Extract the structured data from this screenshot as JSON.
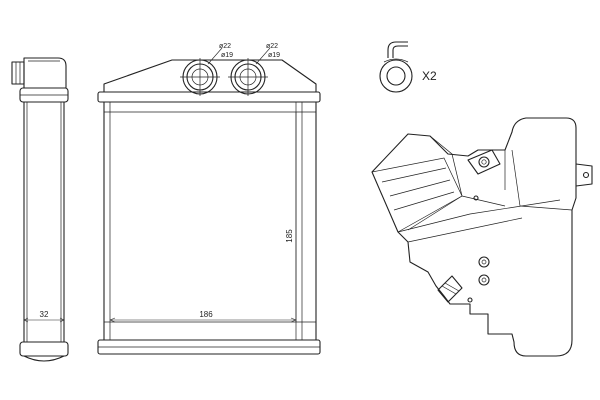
{
  "side_view": {
    "width_label": "32"
  },
  "front_view": {
    "width_label": "186",
    "height_label": "185",
    "pipes": [
      {
        "outer_label": "ø22",
        "inner_label": "ø19"
      },
      {
        "outer_label": "ø22",
        "inner_label": "ø19"
      }
    ]
  },
  "seal_detail": {
    "quantity_label": "X2"
  },
  "colors": {
    "line": "#222222",
    "background": "#ffffff"
  }
}
